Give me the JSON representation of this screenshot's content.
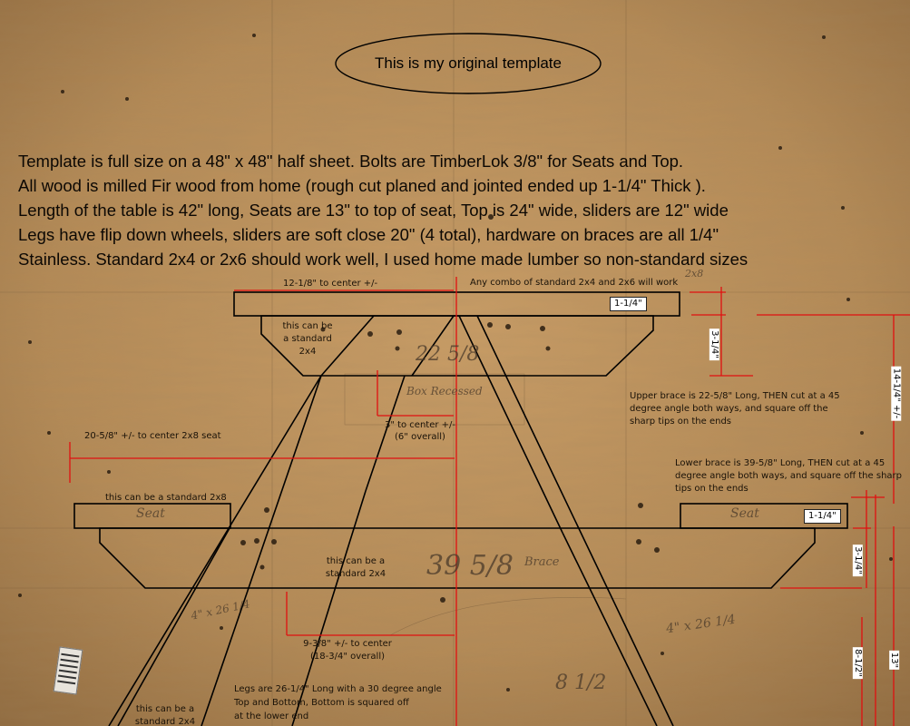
{
  "title": "This is my original template",
  "intro_lines": [
    "Template is full size on a 48\" x 48\" half sheet. Bolts are TimberLok 3/8\" for Seats and Top.",
    "All wood is milled Fir wood from home (rough cut planed and jointed ended up 1-1/4\" Thick ).",
    "Length of the table is 42\" long, Seats are 13\" to top of seat, Top is 24\" wide, sliders are 12\" wide",
    "Legs have flip down wheels, sliders are soft close 20\" (4 total), hardware on braces are all 1/4\"",
    "Stainless. Standard 2x4 or 2x6 should work well, I used home made lumber so non-standard sizes"
  ],
  "labels": {
    "top_center": "12-1/8\" to center +/-",
    "any_combo": "Any combo of standard 2x4 and 2x6 will work",
    "upper_standard": "this can be\na standard\n2x4",
    "seat_center": "20-5/8\" +/- to center 2x8 seat",
    "seat_standard": "this can be a standard 2x8",
    "three_center": "3\" to center +/-\n(6\" overall)",
    "lower_standard": "this can be a\nstandard 2x4",
    "upper_brace": "Upper brace is 22-5/8\" Long, THEN cut at a 45\ndegree angle both ways, and square off the\nsharp tips on the ends",
    "lower_brace": "Lower brace is 39-5/8\" Long, THEN cut at a 45\ndegree angle both ways, and square off the sharp\ntips on the ends",
    "nine_center": "9-3/8\" +/- to center\n(18-3/4\" overall)",
    "legs": "Legs are 26-1/4\" Long with a 30 degree angle\n Top and Bottom, Bottom is squared off\nat the lower end",
    "leg_standard": "this can be a\nstandard 2x4"
  },
  "dimensions": {
    "top_thick": "1-1/4\"",
    "seat_thick": "1-1/4\"",
    "upper_depth": "3-1/4\"",
    "lower_depth": "3-1/4\"",
    "top_height": "14-1/4\" +/-",
    "seat_to_floor": "8-1/2\"",
    "seat_height": "13\""
  },
  "handwriting": [
    "22 5/8",
    "39 5/8",
    "4\" x 26 1/4",
    "4\" x 26 1/4",
    "Seat",
    "Seat",
    "2x8",
    "Box Recessed",
    "Brace",
    "8 1/2"
  ],
  "colors": {
    "board": "#b48a56",
    "dim_line": "#e01010",
    "outline": "#000000"
  }
}
